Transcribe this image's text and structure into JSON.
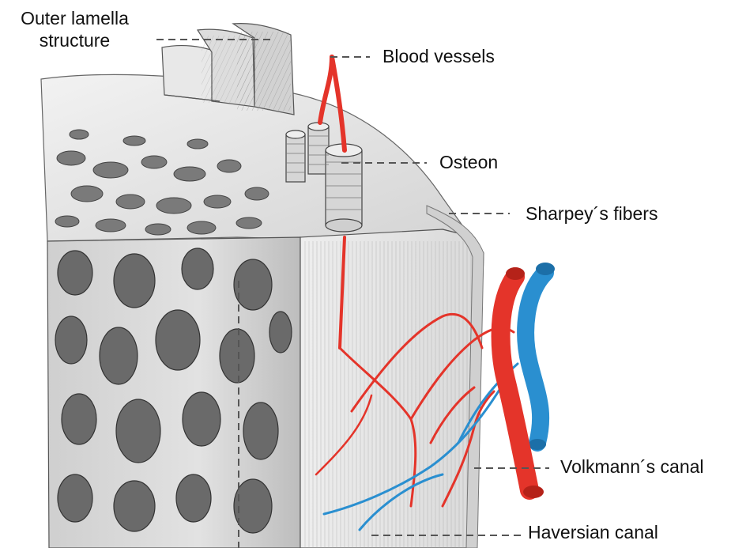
{
  "labels": {
    "outer_lamella_structure": "Outer lamella\nstructure",
    "blood_vessels": "Blood vessels",
    "osteon": "Osteon",
    "sharpeys_fibers": "Sharpey´s fibers",
    "volkmanns_canal": "Volkmann´s  canal",
    "haversian_canal": "Haversian canal"
  },
  "colors": {
    "artery": "#e4342a",
    "vein": "#2a8fd0",
    "bone_light": "#e6e6e6",
    "bone_dark": "#5a5a5a",
    "leader_line": "#555555"
  }
}
